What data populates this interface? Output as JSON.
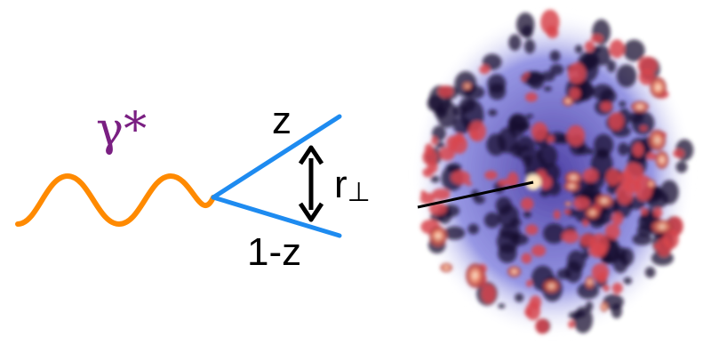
{
  "diagram": {
    "photon_label": "γ*",
    "quark_label": "z",
    "antiquark_label": "1-z",
    "separation_label": "r",
    "separation_subscript": "⊥"
  },
  "colors": {
    "photon_line": "#ff8a00",
    "photon_label": "#7a1f82",
    "quark_lines": "#1e8bf0",
    "arrow": "#000000",
    "target_dark": "#1a0a30",
    "target_red": "#d8464e",
    "target_glow": "#ffe8c0",
    "target_halo": "#6a6ad8"
  },
  "icons": {
    "target": "color-charge-density-blob"
  }
}
